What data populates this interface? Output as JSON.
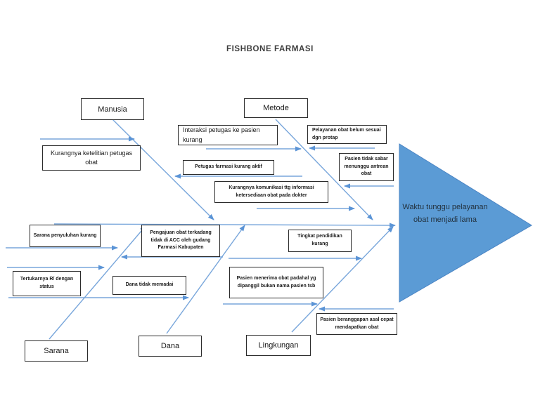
{
  "title": "FISHBONE FARMASI",
  "effect": {
    "label": "Waktu tunggu pelayanan obat menjadi lama"
  },
  "categories": [
    {
      "id": "manusia",
      "label": "Manusia"
    },
    {
      "id": "metode",
      "label": "Metode"
    },
    {
      "id": "sarana",
      "label": "Sarana"
    },
    {
      "id": "dana",
      "label": "Dana"
    },
    {
      "id": "lingkungan",
      "label": "Lingkungan"
    }
  ],
  "causes": [
    {
      "id": "kurangnya-ketelitian",
      "branch": "manusia",
      "label": "Kurangnya ketelitian petugas obat"
    },
    {
      "id": "petugas-farmasi",
      "branch": "manusia",
      "label": "Petugas farmasi kurang aktif"
    },
    {
      "id": "interaksi-petugas",
      "branch": "metode",
      "label": "Interaksi petugas ke pasien kurang"
    },
    {
      "id": "pelayanan-obat",
      "branch": "metode",
      "label": "Pelayanan obat belum sesuai dgn protap"
    },
    {
      "id": "pasien-tidak-sabar",
      "branch": "metode",
      "label": "Pasien tidak sabar menunggu antrean obat"
    },
    {
      "id": "kurangnya-komunikasi",
      "branch": "metode",
      "label": "Kurangnya komunikasi ttg informasi ketersediaan obat pada dokter"
    },
    {
      "id": "sarana-penyuluhan",
      "branch": "sarana",
      "label": "Sarana penyuluhan kurang"
    },
    {
      "id": "pengajuan-obat",
      "branch": "sarana",
      "label": "Pengajuan obat terkadang tidak di ACC oleh gudang Farmasi Kabupaten"
    },
    {
      "id": "tertukarnya-resep",
      "branch": "sarana",
      "label": "Tertukarnya R/ dengan status"
    },
    {
      "id": "dana-tidak-memadai",
      "branch": "dana",
      "label": "Dana tidak memadai"
    },
    {
      "id": "tingkat-pendidikan",
      "branch": "lingkungan",
      "label": "Tingkat pendidikan kurang"
    },
    {
      "id": "pasien-menerima",
      "branch": "lingkungan",
      "label": "Pasien menerima obat padahal yg dipanggil bukan nama pasien tsb"
    },
    {
      "id": "pasien-beranggapan",
      "branch": "lingkungan",
      "label": "Pasien beranggapan asal cepat mendapatkan obat"
    }
  ],
  "colors": {
    "branch_line": "#78a6db",
    "arrowhead": "#5b94d6",
    "effect_fill": "#5b9bd5",
    "effect_stroke": "#4a84c4",
    "box_border": "#2b2b2b",
    "text": "#1a1a1a"
  }
}
